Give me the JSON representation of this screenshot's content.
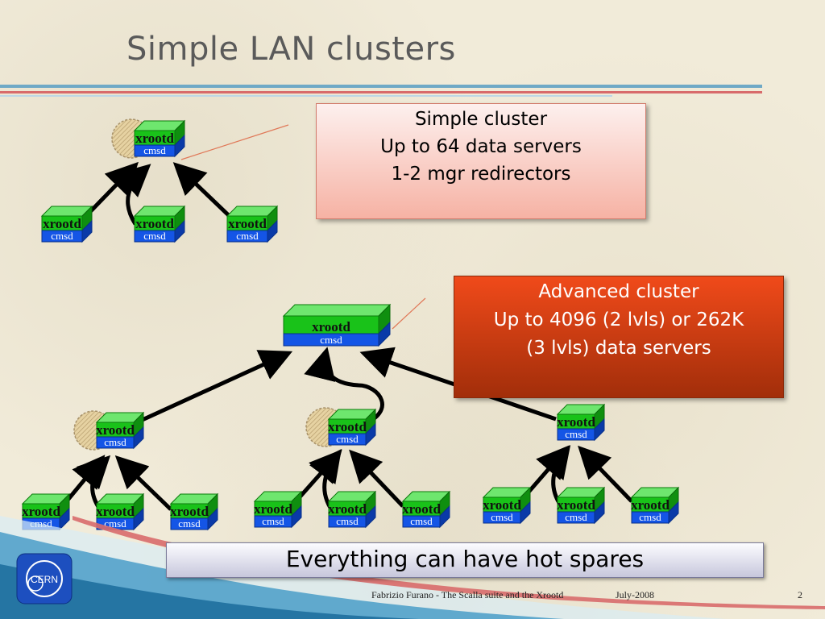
{
  "slide": {
    "title": "Simple LAN clusters",
    "page_number": "2",
    "footer_author": "Fabrizio Furano - The Scalla suite and the Xrootd",
    "footer_date": "July-2008",
    "logo_text": "CERN"
  },
  "callouts": {
    "simple": [
      "Simple cluster",
      "Up to 64 data servers",
      "1-2 mgr redirectors"
    ],
    "advanced": [
      "Advanced cluster",
      "Up to 4096 (2 lvls) or 262K",
      "(3 lvls) data servers"
    ]
  },
  "banner": "Everything can have hot spares",
  "node_labels": {
    "top": "xrootd",
    "bottom": "cmsd"
  },
  "colors": {
    "node_green": "#19c219",
    "node_blue": "#1455e6",
    "callout_simple": "#f6b2a4",
    "callout_advanced": "#c8380f",
    "arrow": "#000000"
  }
}
